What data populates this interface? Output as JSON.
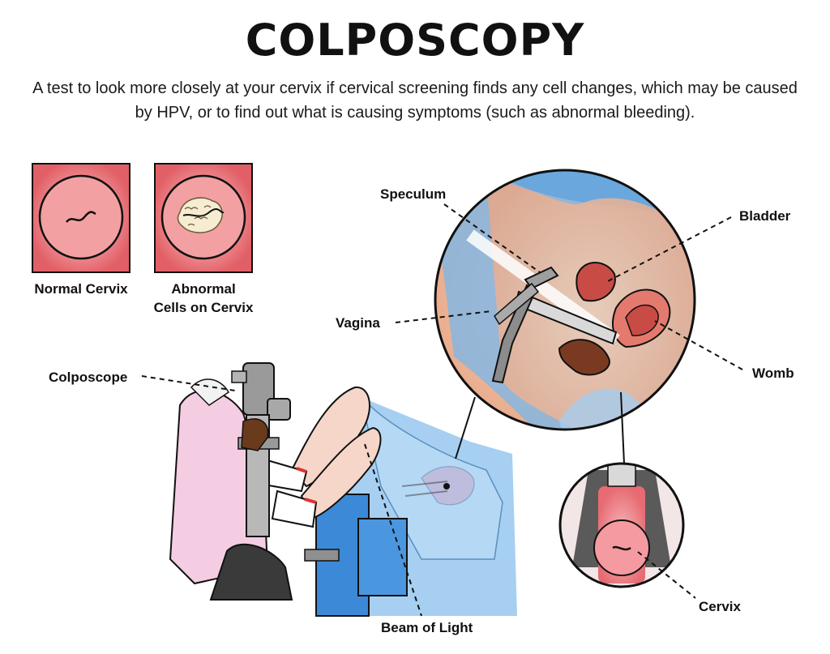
{
  "title": "COLPOSCOPY",
  "subtitle": "A test to look more closely at your cervix if cervical screening finds any cell changes, which may be caused by HPV, or to find out what is causing symptoms (such as abnormal bleeding).",
  "cervix_panels": {
    "normal": {
      "label": "Normal Cervix"
    },
    "abnormal": {
      "label_line1": "Abnormal",
      "label_line2": "Cells on Cervix"
    }
  },
  "labels": {
    "colposcope": "Colposcope",
    "speculum": "Speculum",
    "bladder": "Bladder",
    "vagina": "Vagina",
    "womb": "Womb",
    "cervix": "Cervix",
    "beam_of_light": "Beam of Light"
  },
  "colors": {
    "skin_pink": "#f6a3a0",
    "cervix_red": "#e2585f",
    "coat_pink": "#f5cde3",
    "gown_blue": "#7fb6e6",
    "chair_blue": "#3c89d8",
    "organ_red": "#c84c45",
    "bowel_brown": "#7a3a22"
  }
}
